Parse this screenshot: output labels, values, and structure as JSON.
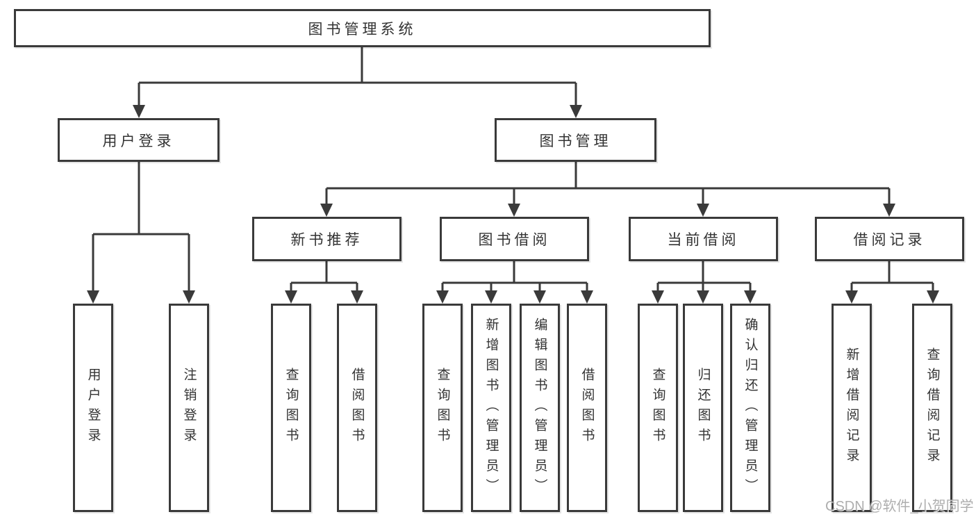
{
  "colors": {
    "line": "#3a3a3a",
    "text": "#333333",
    "watermark": "#a0a0a0"
  },
  "tree": {
    "root": {
      "label": "图书管理系统",
      "children": [
        {
          "label": "用户登录",
          "children": [
            {
              "label": "用户登录"
            },
            {
              "label": "注销登录"
            }
          ]
        },
        {
          "label": "图书管理",
          "children": [
            {
              "label": "新书推荐",
              "children": [
                {
                  "label": "查询图书"
                },
                {
                  "label": "借阅图书"
                }
              ]
            },
            {
              "label": "图书借阅",
              "children": [
                {
                  "label": "查询图书"
                },
                {
                  "label": "新增图书（管理员）"
                },
                {
                  "label": "编辑图书（管理员）"
                },
                {
                  "label": "借阅图书"
                }
              ]
            },
            {
              "label": "当前借阅",
              "children": [
                {
                  "label": "查询图书"
                },
                {
                  "label": "归还图书"
                },
                {
                  "label": "确认归还（管理员）"
                }
              ]
            },
            {
              "label": "借阅记录",
              "children": [
                {
                  "label": "新增借阅记录"
                },
                {
                  "label": "查询借阅记录"
                }
              ]
            }
          ]
        }
      ]
    }
  },
  "watermark": "CSDN @软件_小贺同学"
}
